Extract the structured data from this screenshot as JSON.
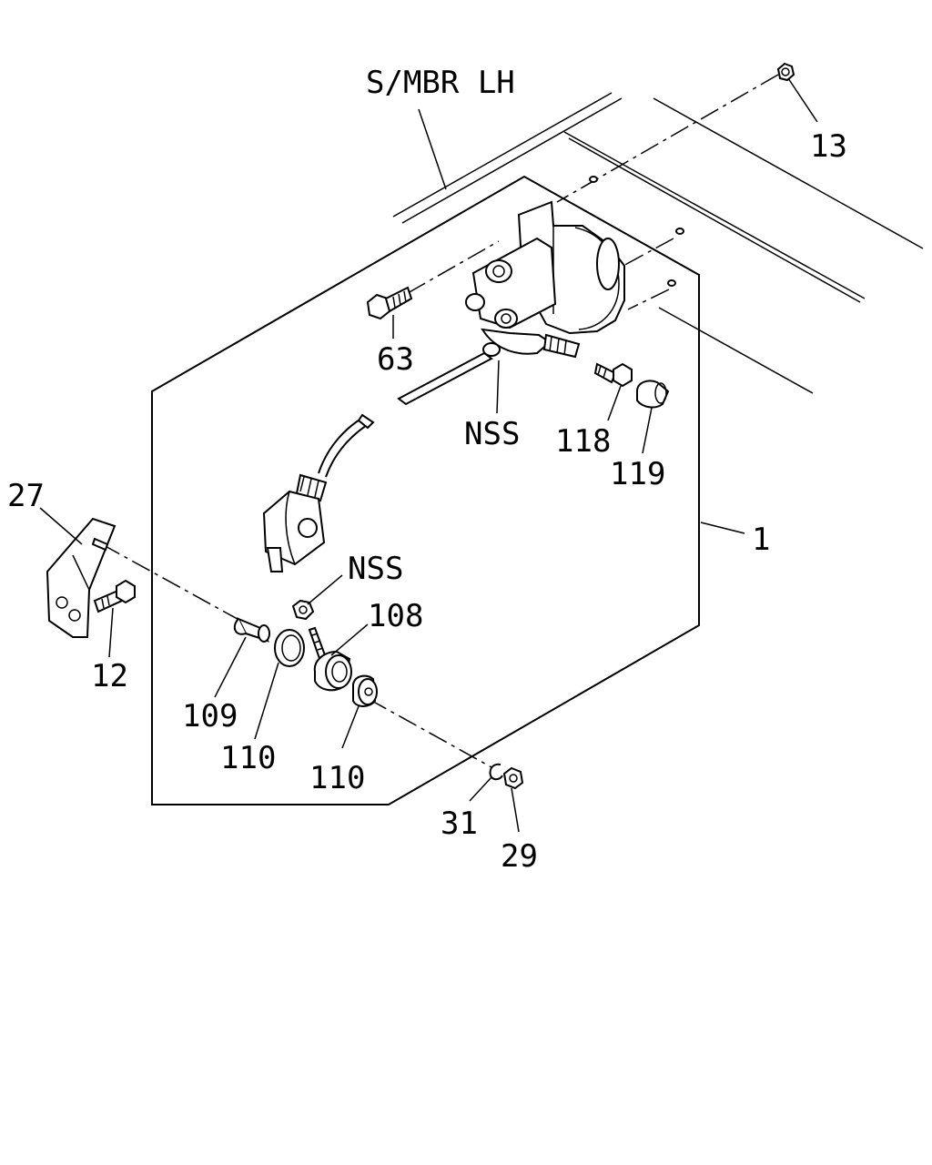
{
  "labels": {
    "smbr": "S/MBR LH",
    "p13": "13",
    "p63": "63",
    "nss_top": "NSS",
    "p118": "118",
    "p119": "119",
    "p1": "1",
    "p27": "27",
    "p12": "12",
    "nss_mid": "NSS",
    "p108": "108",
    "p109": "109",
    "p110a": "110",
    "p110b": "110",
    "p31": "31",
    "p29": "29"
  }
}
